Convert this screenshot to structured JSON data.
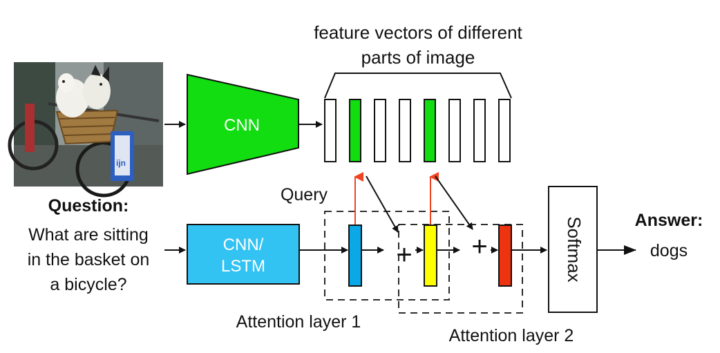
{
  "title_line1": "feature vectors of different",
  "title_line2": "parts of image",
  "cnn_label": "CNN",
  "lstm_label_line1": "CNN/",
  "lstm_label_line2": "LSTM",
  "query_label": "Query",
  "question_heading": "Question:",
  "question_lines": [
    "What are sitting",
    "in the basket on",
    "a bicycle?"
  ],
  "softmax_label": "Softmax",
  "answer_heading": "Answer:",
  "answer_value": "dogs",
  "attention_layer_1": "Attention layer 1",
  "attention_layer_2": "Attention layer 2",
  "plus_symbol": "+",
  "photo_sign_text": "ijn",
  "colors": {
    "cnn_green": "#11dd11",
    "lstm_blue": "#33c3f3",
    "query_blue": "#0ba8e8",
    "attention_yellow": "#ffff00",
    "attention_red": "#ee3311",
    "query_arrow_red": "#ee4422",
    "feature_green": "#11dd11"
  },
  "feature_vectors": {
    "highlighted": [
      1,
      4
    ]
  }
}
